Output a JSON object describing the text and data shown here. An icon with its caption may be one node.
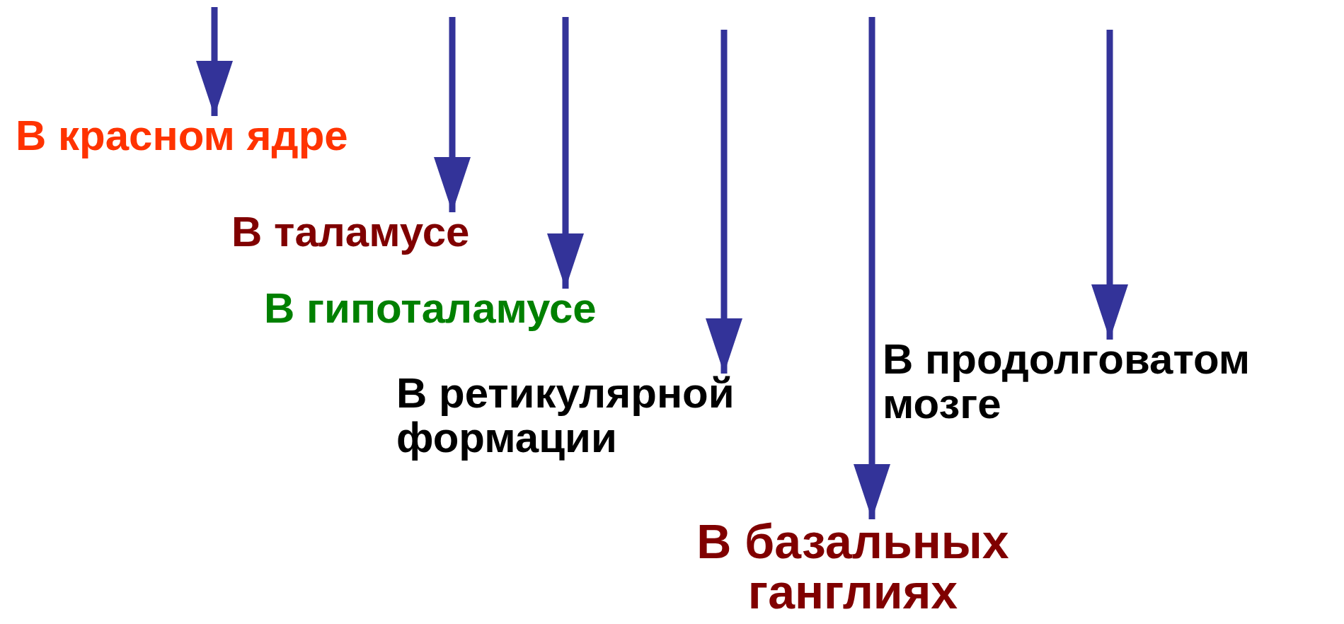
{
  "diagram": {
    "nodes": [
      {
        "text": [
          "В красном ядре"
        ]
      },
      {
        "text": [
          "В таламусе"
        ]
      },
      {
        "text": [
          "В гипоталамусе"
        ]
      },
      {
        "text": [
          "В продолговатом мозге"
        ]
      },
      {
        "text": [
          "В ретикулярной формации"
        ]
      },
      {
        "text": [
          "В базальных ганглиях"
        ]
      }
    ],
    "edges": [
      {
        "from": null,
        "to": 0,
        "arrow": "to"
      },
      {
        "from": null,
        "to": 1,
        "arrow": "to"
      },
      {
        "from": null,
        "to": 2,
        "arrow": "to"
      },
      {
        "from": null,
        "to": 4,
        "arrow": "to"
      },
      {
        "from": null,
        "to": 5,
        "arrow": "to"
      },
      {
        "from": null,
        "to": 3,
        "arrow": "to"
      }
    ]
  }
}
